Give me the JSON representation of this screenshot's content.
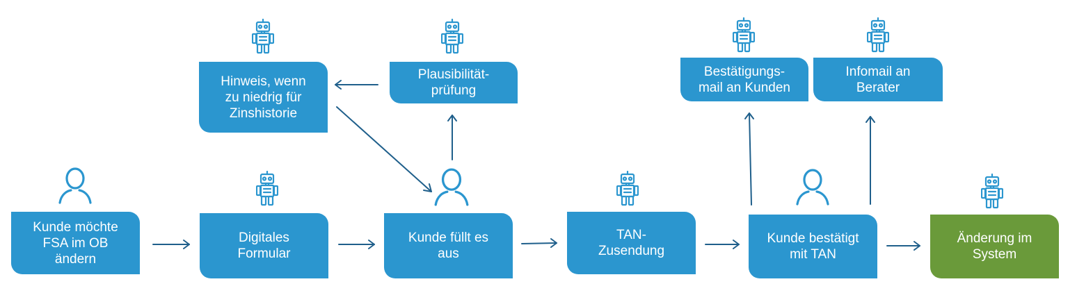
{
  "nodes": {
    "kunde_moechte": "Kunde möchte\nFSA im OB\nändern",
    "formular": "Digitales\nFormular",
    "kunde_fuellt": "Kunde füllt es\naus",
    "tan_zusendung": "TAN-\nZusendung",
    "kunde_bestaetigt": "Kunde bestätigt\nmit TAN",
    "aenderung": "Änderung im\nSystem",
    "hinweis": "Hinweis, wenn\nzu niedrig für\nZinshistorie",
    "plausibilitaet": "Plausibilität-\nprüfung",
    "bestaetigungsmail": "Bestätigungs-\nmail an Kunden",
    "infomail": "Infomail an\nBerater"
  },
  "icons": {
    "person": "person-icon",
    "robot": "robot-icon"
  },
  "colors": {
    "box": "#2b96cf",
    "final_box": "#6a9a3a",
    "arrow": "#1f5f8b",
    "icon": "#2b96cf"
  }
}
